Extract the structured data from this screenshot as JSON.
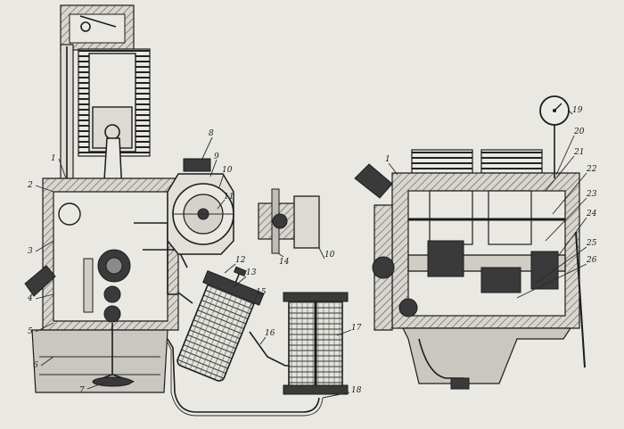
{
  "colors": {
    "paper": "#e9e8e2",
    "ink": "#1c1c1c",
    "oil": "#c9c7bf"
  },
  "callouts": [
    {
      "id": "1",
      "text": "1"
    },
    {
      "id": "2",
      "text": "2"
    },
    {
      "id": "3",
      "text": "3"
    },
    {
      "id": "4",
      "text": "4"
    },
    {
      "id": "5",
      "text": "5"
    },
    {
      "id": "6",
      "text": "6"
    },
    {
      "id": "7",
      "text": "7"
    },
    {
      "id": "8",
      "text": "8"
    },
    {
      "id": "9",
      "text": "9"
    },
    {
      "id": "10",
      "text": "10"
    },
    {
      "id": "11",
      "text": "11"
    },
    {
      "id": "12",
      "text": "12"
    },
    {
      "id": "13",
      "text": "13"
    },
    {
      "id": "14",
      "text": "14"
    },
    {
      "id": "15",
      "text": "15"
    },
    {
      "id": "16",
      "text": "16"
    },
    {
      "id": "17",
      "text": "17"
    },
    {
      "id": "18",
      "text": "18"
    },
    {
      "id": "19",
      "text": "19"
    },
    {
      "id": "20",
      "text": "20"
    },
    {
      "id": "21",
      "text": "21"
    },
    {
      "id": "22",
      "text": "22"
    },
    {
      "id": "23",
      "text": "23"
    },
    {
      "id": "24",
      "text": "24"
    },
    {
      "id": "25",
      "text": "25"
    },
    {
      "id": "26",
      "text": "26"
    },
    {
      "id": "1b",
      "text": "1"
    },
    {
      "id": "10b",
      "text": "10"
    }
  ]
}
